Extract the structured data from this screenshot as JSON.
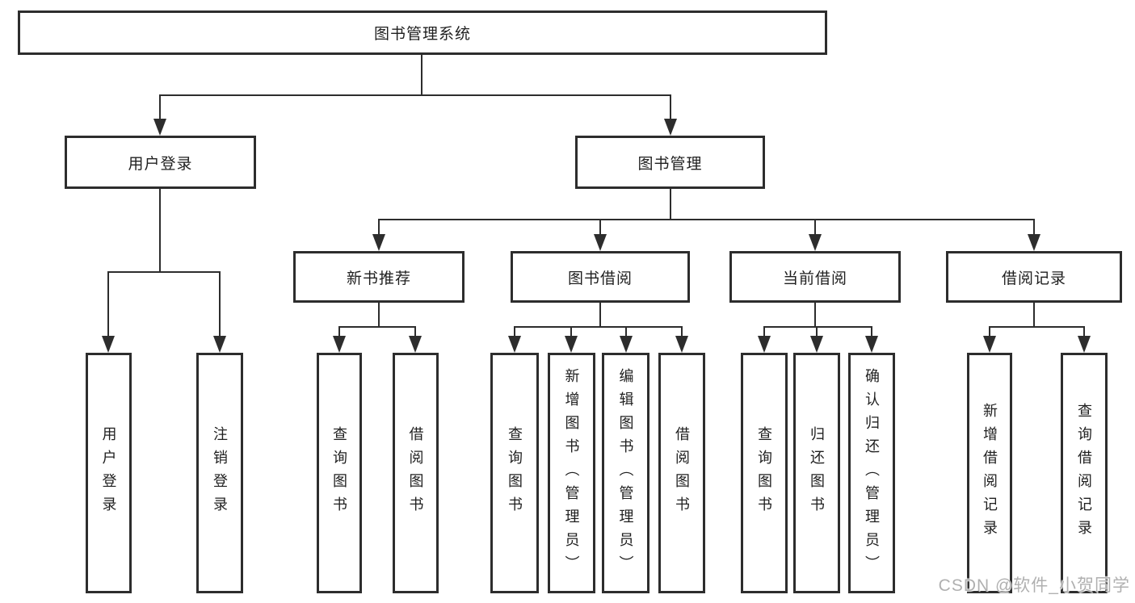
{
  "tree": {
    "label": "图书管理系统",
    "children": [
      {
        "label": "用户登录",
        "children": [
          {
            "label": "用户登录"
          },
          {
            "label": "注销登录"
          }
        ]
      },
      {
        "label": "图书管理",
        "children": [
          {
            "label": "新书推荐",
            "children": [
              {
                "label": "查询图书"
              },
              {
                "label": "借阅图书"
              }
            ]
          },
          {
            "label": "图书借阅",
            "children": [
              {
                "label": "查询图书"
              },
              {
                "label": "新增图书（管理员）"
              },
              {
                "label": "编辑图书（管理员）"
              },
              {
                "label": "借阅图书"
              }
            ]
          },
          {
            "label": "当前借阅",
            "children": [
              {
                "label": "查询图书"
              },
              {
                "label": "归还图书"
              },
              {
                "label": "确认归还（管理员）"
              }
            ]
          },
          {
            "label": "借阅记录",
            "children": [
              {
                "label": "新增借阅记录"
              },
              {
                "label": "查询借阅记录"
              }
            ]
          }
        ]
      }
    ]
  },
  "watermark": {
    "text": "CSDN @软件_小贺同学"
  },
  "colors": {
    "line": "#2d2d2d",
    "text": "#1f1f1f",
    "background": "#ffffff",
    "watermark": "#b0b0b0"
  }
}
